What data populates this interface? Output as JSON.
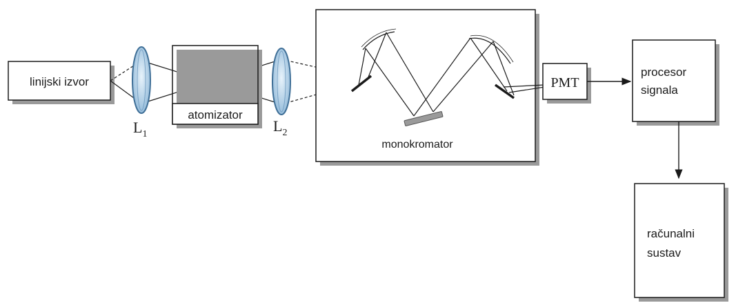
{
  "blocks": {
    "source": "linijski izvor",
    "atomizer": "atomizator",
    "monochromator": "monokromator",
    "pmt": "PMT",
    "processor_line1": "procesor",
    "processor_line2": "signala",
    "computer_line1": "računalni",
    "computer_line2": "sustav"
  },
  "lenses": {
    "l1": {
      "letter": "L",
      "sub": "1"
    },
    "l2": {
      "letter": "L",
      "sub": "2"
    }
  },
  "colors": {
    "lens_fill": "#b9d6ec",
    "lens_stroke": "#3f6f97",
    "line": "#1a1a1a",
    "shadow": "#9a9a9a",
    "grating": "#9a9a9a"
  }
}
